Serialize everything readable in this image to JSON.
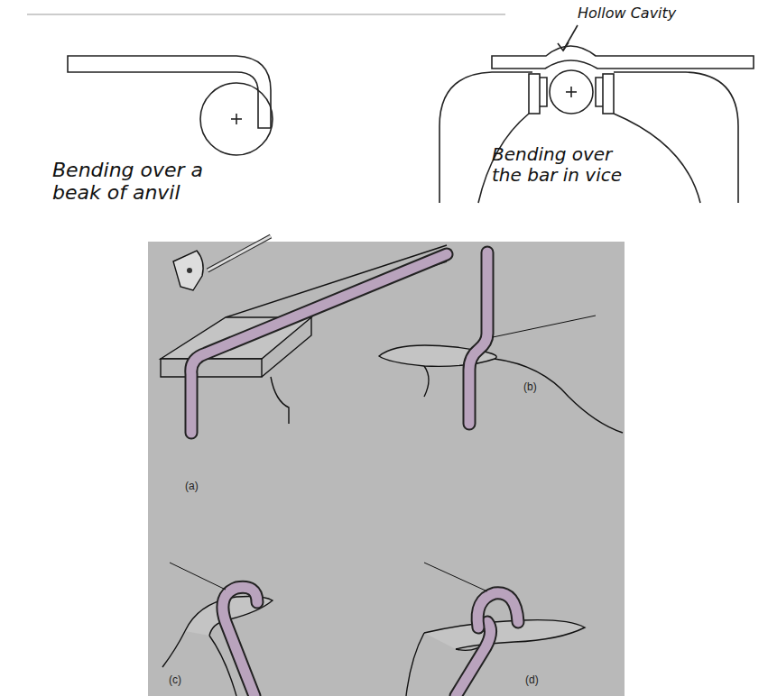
{
  "diagram": {
    "labels": [
      "Hollow Cavity",
      "Bending over a beak of anvil",
      "Bending over the bar in vice",
      "(a)",
      "(b)",
      "(c)",
      "(d)"
    ]
  }
}
